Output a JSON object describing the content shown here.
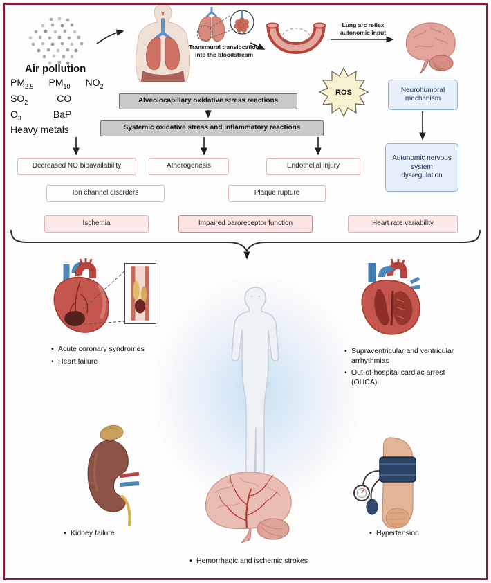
{
  "figure": {
    "caption": "Air pollution cardiovascular effects pathway diagram"
  },
  "pollution": {
    "title": "Air pollution",
    "chemicals": [
      {
        "base": "PM",
        "sub": "2.5"
      },
      {
        "base": "PM",
        "sub": "10"
      },
      {
        "base": "NO",
        "sub": "2"
      },
      {
        "base": "SO",
        "sub": "2"
      },
      {
        "base": "CO",
        "sub": ""
      },
      {
        "base": "O",
        "sub": "3"
      },
      {
        "base": "BaP",
        "sub": ""
      },
      {
        "base": "Heavy metals",
        "sub": ""
      }
    ]
  },
  "pathway": {
    "transmural_label": "Transmural translocation into the bloodstream",
    "lung_arc_label": "Lung arc reflex autonomic input",
    "ros_label": "ROS",
    "neurohumoral_box": "Neurohumoral mechanism",
    "autonomic_box": "Autonomic nervous system dysregulation",
    "alveolocapillary_box": "Alveolocapillary oxidative stress reactions",
    "systemic_box": "Systemic oxidative stress and inflammatory reactions",
    "decreased_no_box": "Decreased NO bioavailability",
    "atherogenesis_box": "Atherogenesis",
    "endothelial_box": "Endothelial injury",
    "ion_channel_box": "Ion channel disorders",
    "plaque_box": "Plaque rupture",
    "ischemia_box": "Ischemia",
    "baroreceptor_box": "Impaired baroreceptor function",
    "hrv_box": "Heart rate variability"
  },
  "outcomes": {
    "coronary": [
      "Acute coronary syndromes",
      "Heart failure"
    ],
    "arrhythmia": [
      "Supraventricular and ventricular arrhythmias",
      "Out-of-hospital cardiac arrest (OHCA)"
    ],
    "kidney": "Kidney failure",
    "stroke": "Hemorrhagic and ischemic strokes",
    "blood_pressure": "Hypertension"
  },
  "colors": {
    "frame": "#7b2433",
    "gray_box_bg": "#c9c9c9",
    "pink_box_bg": "#fbe8e8",
    "pink_box_border": "#e2b2b2",
    "blue_box_bg": "#e7f0fa",
    "blue_box_border": "#8fb4da",
    "ros_fill": "#f6f1cf",
    "arrow": "#1e1e1e"
  }
}
